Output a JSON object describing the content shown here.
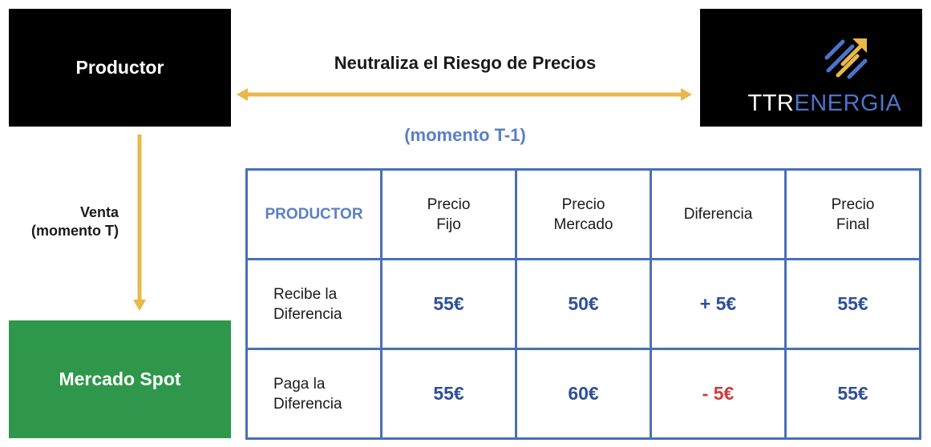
{
  "productor_box": {
    "label": "Productor"
  },
  "headline": "Neutraliza el Riesgo de Precios",
  "moment_label": "(momento T-1)",
  "logo": {
    "text_main": "TTR",
    "text_accent": "ENERGIA"
  },
  "venta_label": {
    "line1": "Venta",
    "line2": "(momento T)"
  },
  "spot_box": {
    "label": "Mercado Spot"
  },
  "colors": {
    "arrow": "#e8b84a",
    "table_border": "#4a6fb5",
    "corner_text": "#5b7fc4",
    "value_text": "#2f4f9a",
    "negative": "#d23a3a",
    "spot_green": "#2e974b"
  },
  "table": {
    "corner": "PRODUCTOR",
    "headers": [
      "Precio\nFijo",
      "Precio\nMercado",
      "Diferencia",
      "Precio\nFinal"
    ],
    "rows": [
      {
        "label": "Recibe la\nDiferencia",
        "values": [
          "55€",
          "50€",
          "+ 5€",
          "55€"
        ]
      },
      {
        "label": "Paga la\nDiferencia",
        "values": [
          "55€",
          "60€",
          "- 5€",
          "55€"
        ]
      }
    ]
  }
}
